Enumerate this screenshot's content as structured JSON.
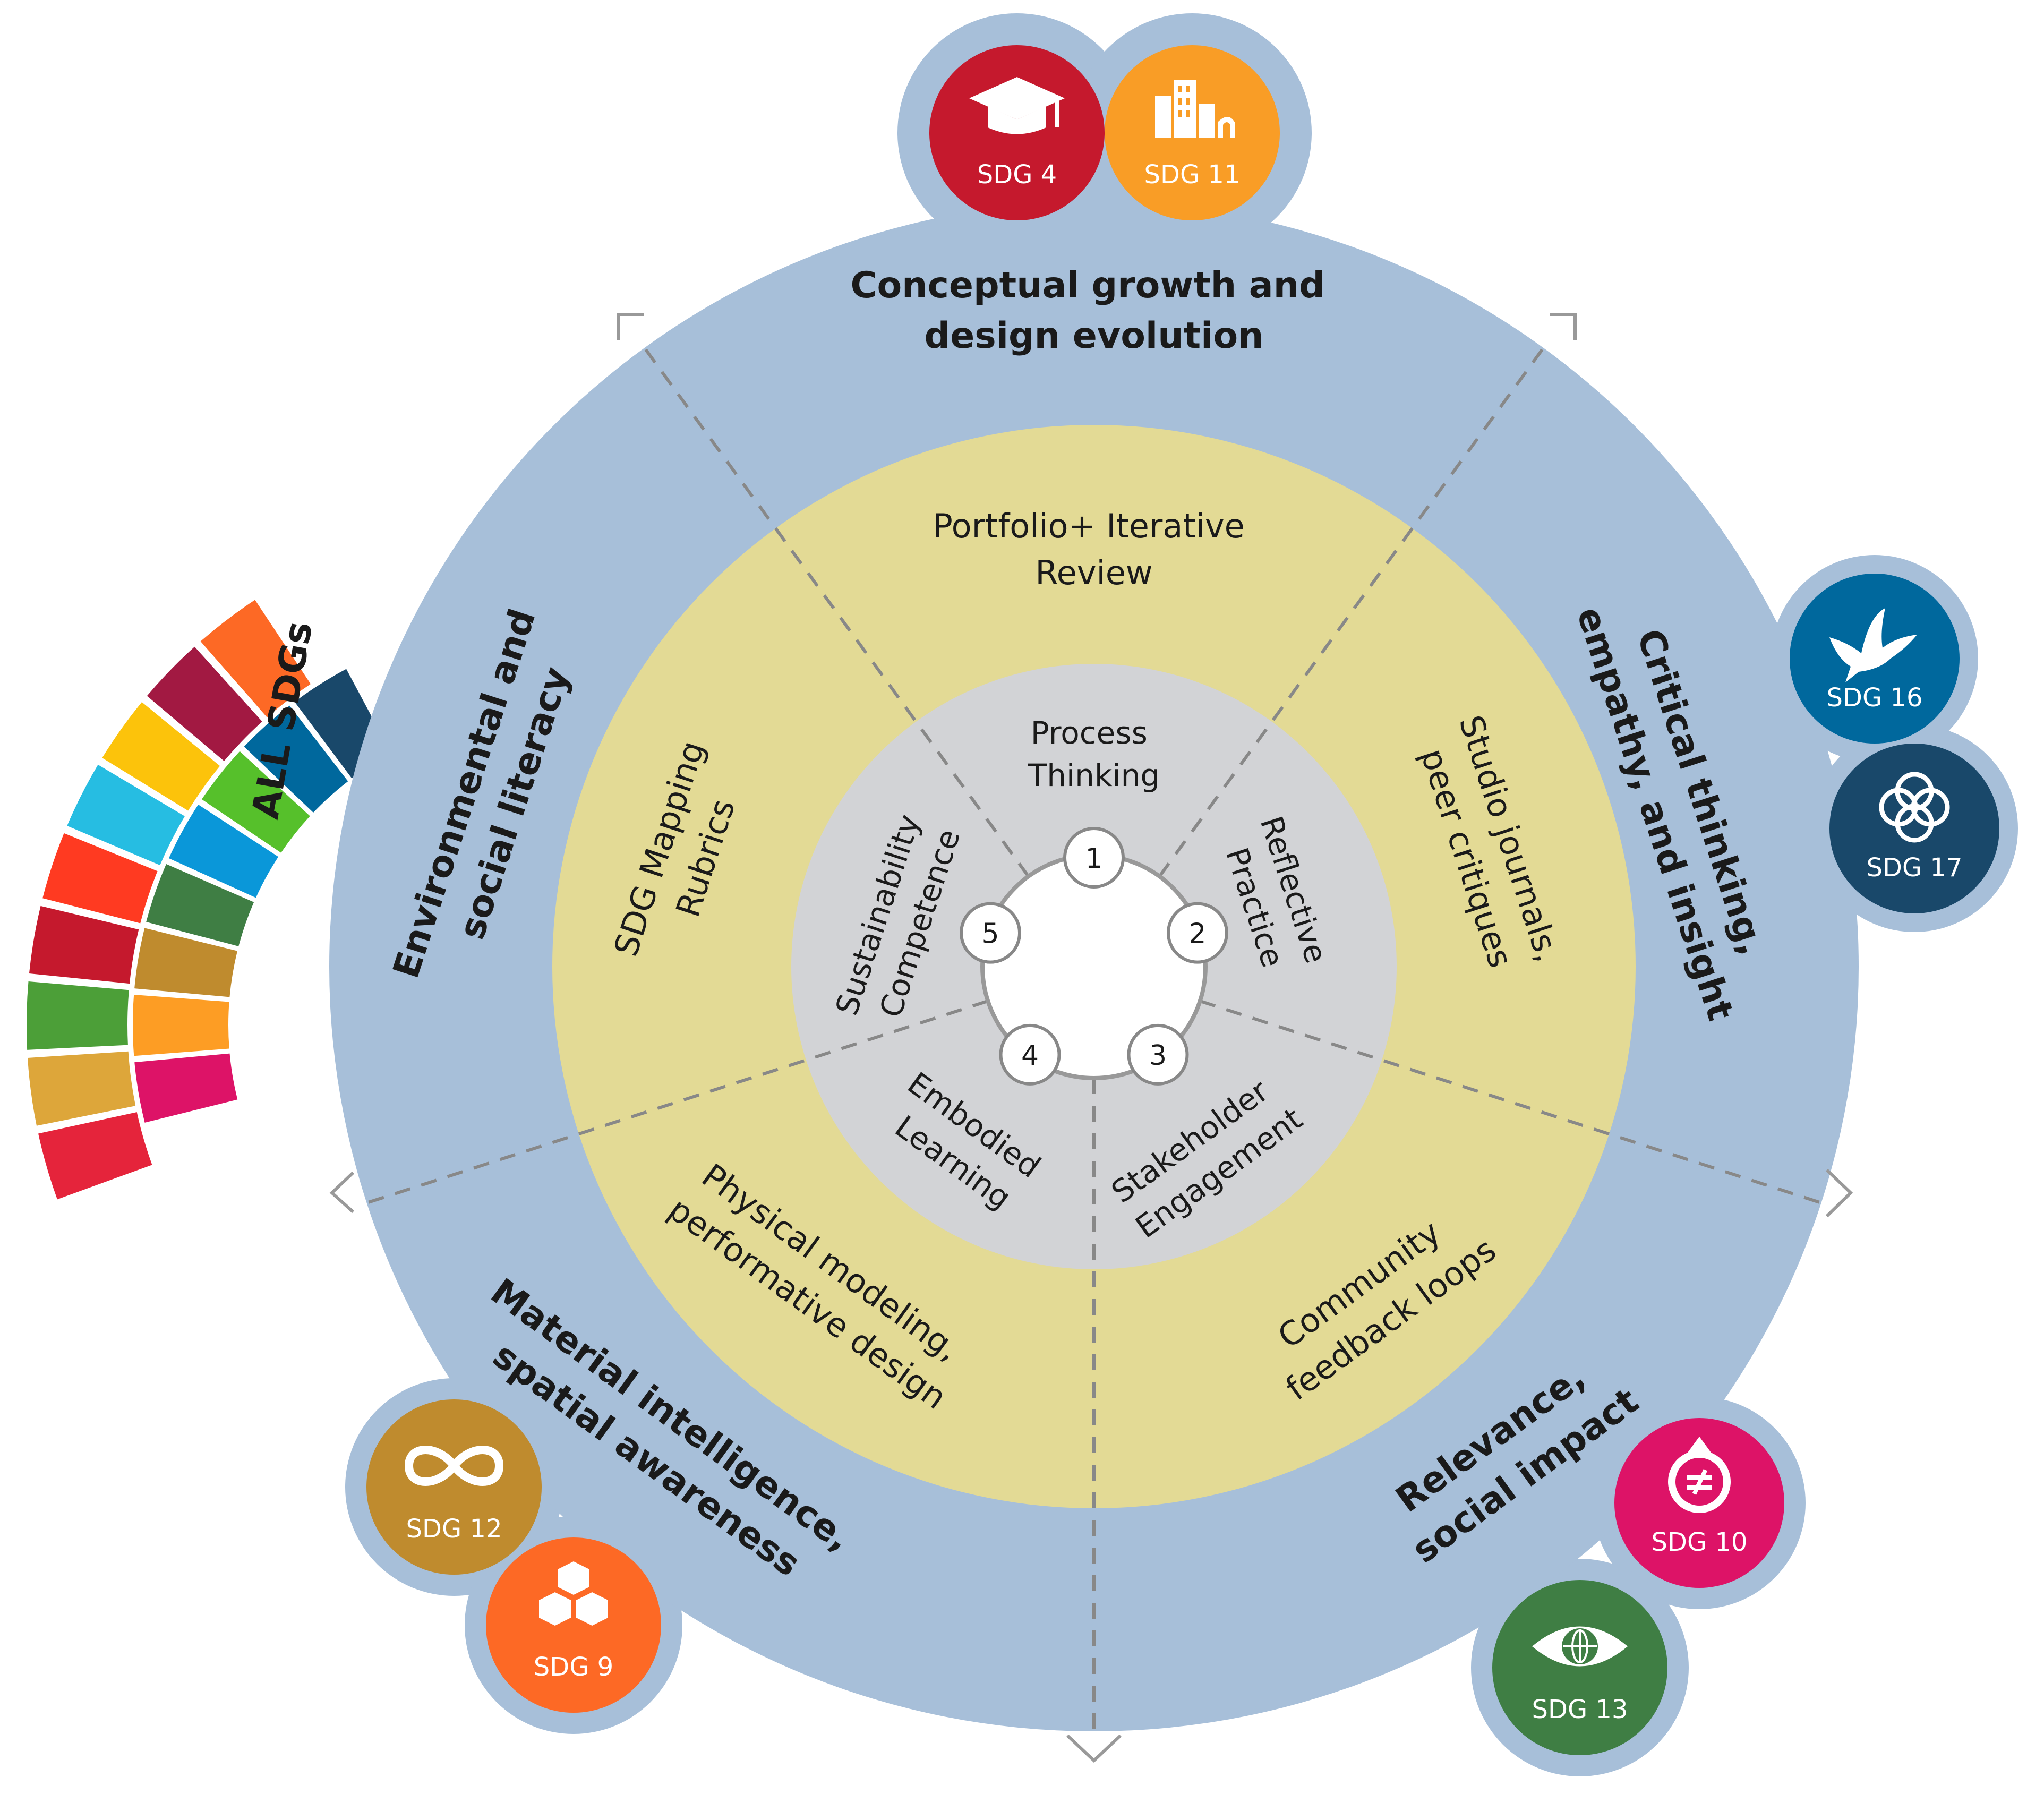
{
  "outer_ring": {
    "top": [
      "Conceptual growth and",
      "design evolution"
    ],
    "right": [
      "Critical thinking,",
      "empathy, and insight"
    ],
    "bottom_right": [
      "Relevance,",
      "social impact"
    ],
    "bottom_left": [
      "Material intelligence,",
      "spatial awareness"
    ],
    "left": [
      "Environmental and",
      "social literacy"
    ]
  },
  "middle_ring": {
    "top": [
      "Portfolio+ Iterative",
      "Review"
    ],
    "right": [
      "Studio journals,",
      "peer critiques"
    ],
    "bottom_right": [
      "Community",
      "feedback loops"
    ],
    "bottom_left": [
      "Physical modeling,",
      "performative design"
    ],
    "left": [
      "SDG Mapping",
      "Rubrics"
    ]
  },
  "inner_ring": {
    "top": [
      "Process",
      "Thinking"
    ],
    "right": [
      "Reflective",
      "Practice"
    ],
    "bottom_right": [
      "Stakeholder",
      "Engagement"
    ],
    "bottom_left": [
      "Embodied",
      "Learning"
    ],
    "left": [
      "Sustainability",
      "Competence"
    ]
  },
  "steps": [
    "1",
    "2",
    "3",
    "4",
    "5"
  ],
  "badges": {
    "sdg4": "SDG 4",
    "sdg11": "SDG 11",
    "sdg16": "SDG 16",
    "sdg17": "SDG 17",
    "sdg10": "SDG 10",
    "sdg13": "SDG 13",
    "sdg12": "SDG 12",
    "sdg9": "SDG 9"
  },
  "all_sdgs_label": "ALL SDGs",
  "colors": {
    "outer_ring": "#a7bfd9",
    "middle_ring": "#e3da95",
    "inner_ring": "#d2d3d6",
    "center": "#ffffff",
    "sdg4": "#c5192d",
    "sdg11": "#f99d26",
    "sdg16": "#00689d",
    "sdg17": "#19486a",
    "sdg10": "#dd1367",
    "sdg13": "#3f7e44",
    "sdg12": "#bf8b2e",
    "sdg9": "#fd6925"
  },
  "sdg_icons": {
    "sdg4": "graduation-cap-icon",
    "sdg11": "city-icon",
    "sdg16": "dove-icon",
    "sdg17": "rings-icon",
    "sdg10": "equality-icon",
    "sdg13": "eye-globe-icon",
    "sdg12": "infinity-icon",
    "sdg9": "cubes-icon"
  }
}
